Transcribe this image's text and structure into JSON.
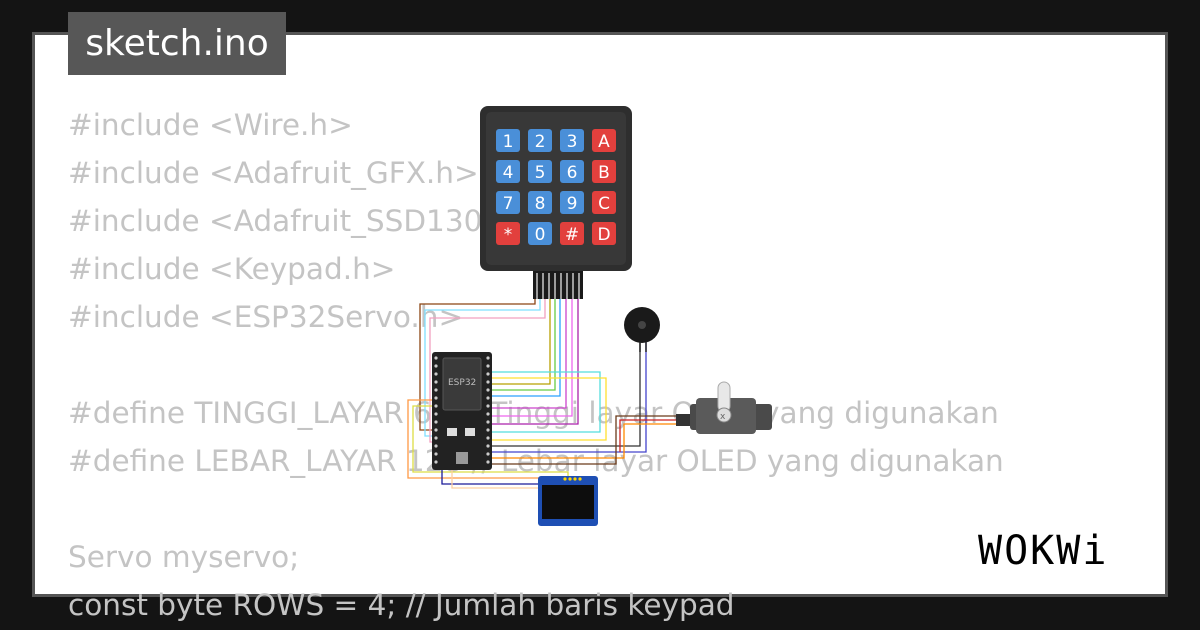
{
  "file_tab": {
    "filename": "sketch.ino"
  },
  "editor": {
    "code_lines": [
      "#include <Wire.h>",
      "#include <Adafruit_GFX.h>",
      "#include <Adafruit_SSD1306.h>",
      "#include <Keypad.h>",
      "#include <ESP32Servo.h>",
      "",
      "#define TINGGI_LAYAR 64 // Tinggi layar OLED yang digunakan",
      "#define LEBAR_LAYAR 128 // Lebar layar OLED yang digunakan",
      "",
      "Servo myservo;",
      "const byte ROWS = 4; // Jumlah baris keypad"
    ]
  },
  "diagram": {
    "keypad_keys": [
      "1",
      "2",
      "3",
      "A",
      "4",
      "5",
      "6",
      "B",
      "7",
      "8",
      "9",
      "C",
      "*",
      "0",
      "#",
      "D"
    ],
    "esp32_label": "ESP32",
    "colors": {
      "key_blue": "#4a8fd8",
      "key_red": "#e2403d",
      "keypad_body": "#2e2e2e",
      "esp_board": "#222222",
      "oled_board": "#1e4fb4"
    }
  },
  "brand": {
    "logo_text": "WOKWi"
  }
}
